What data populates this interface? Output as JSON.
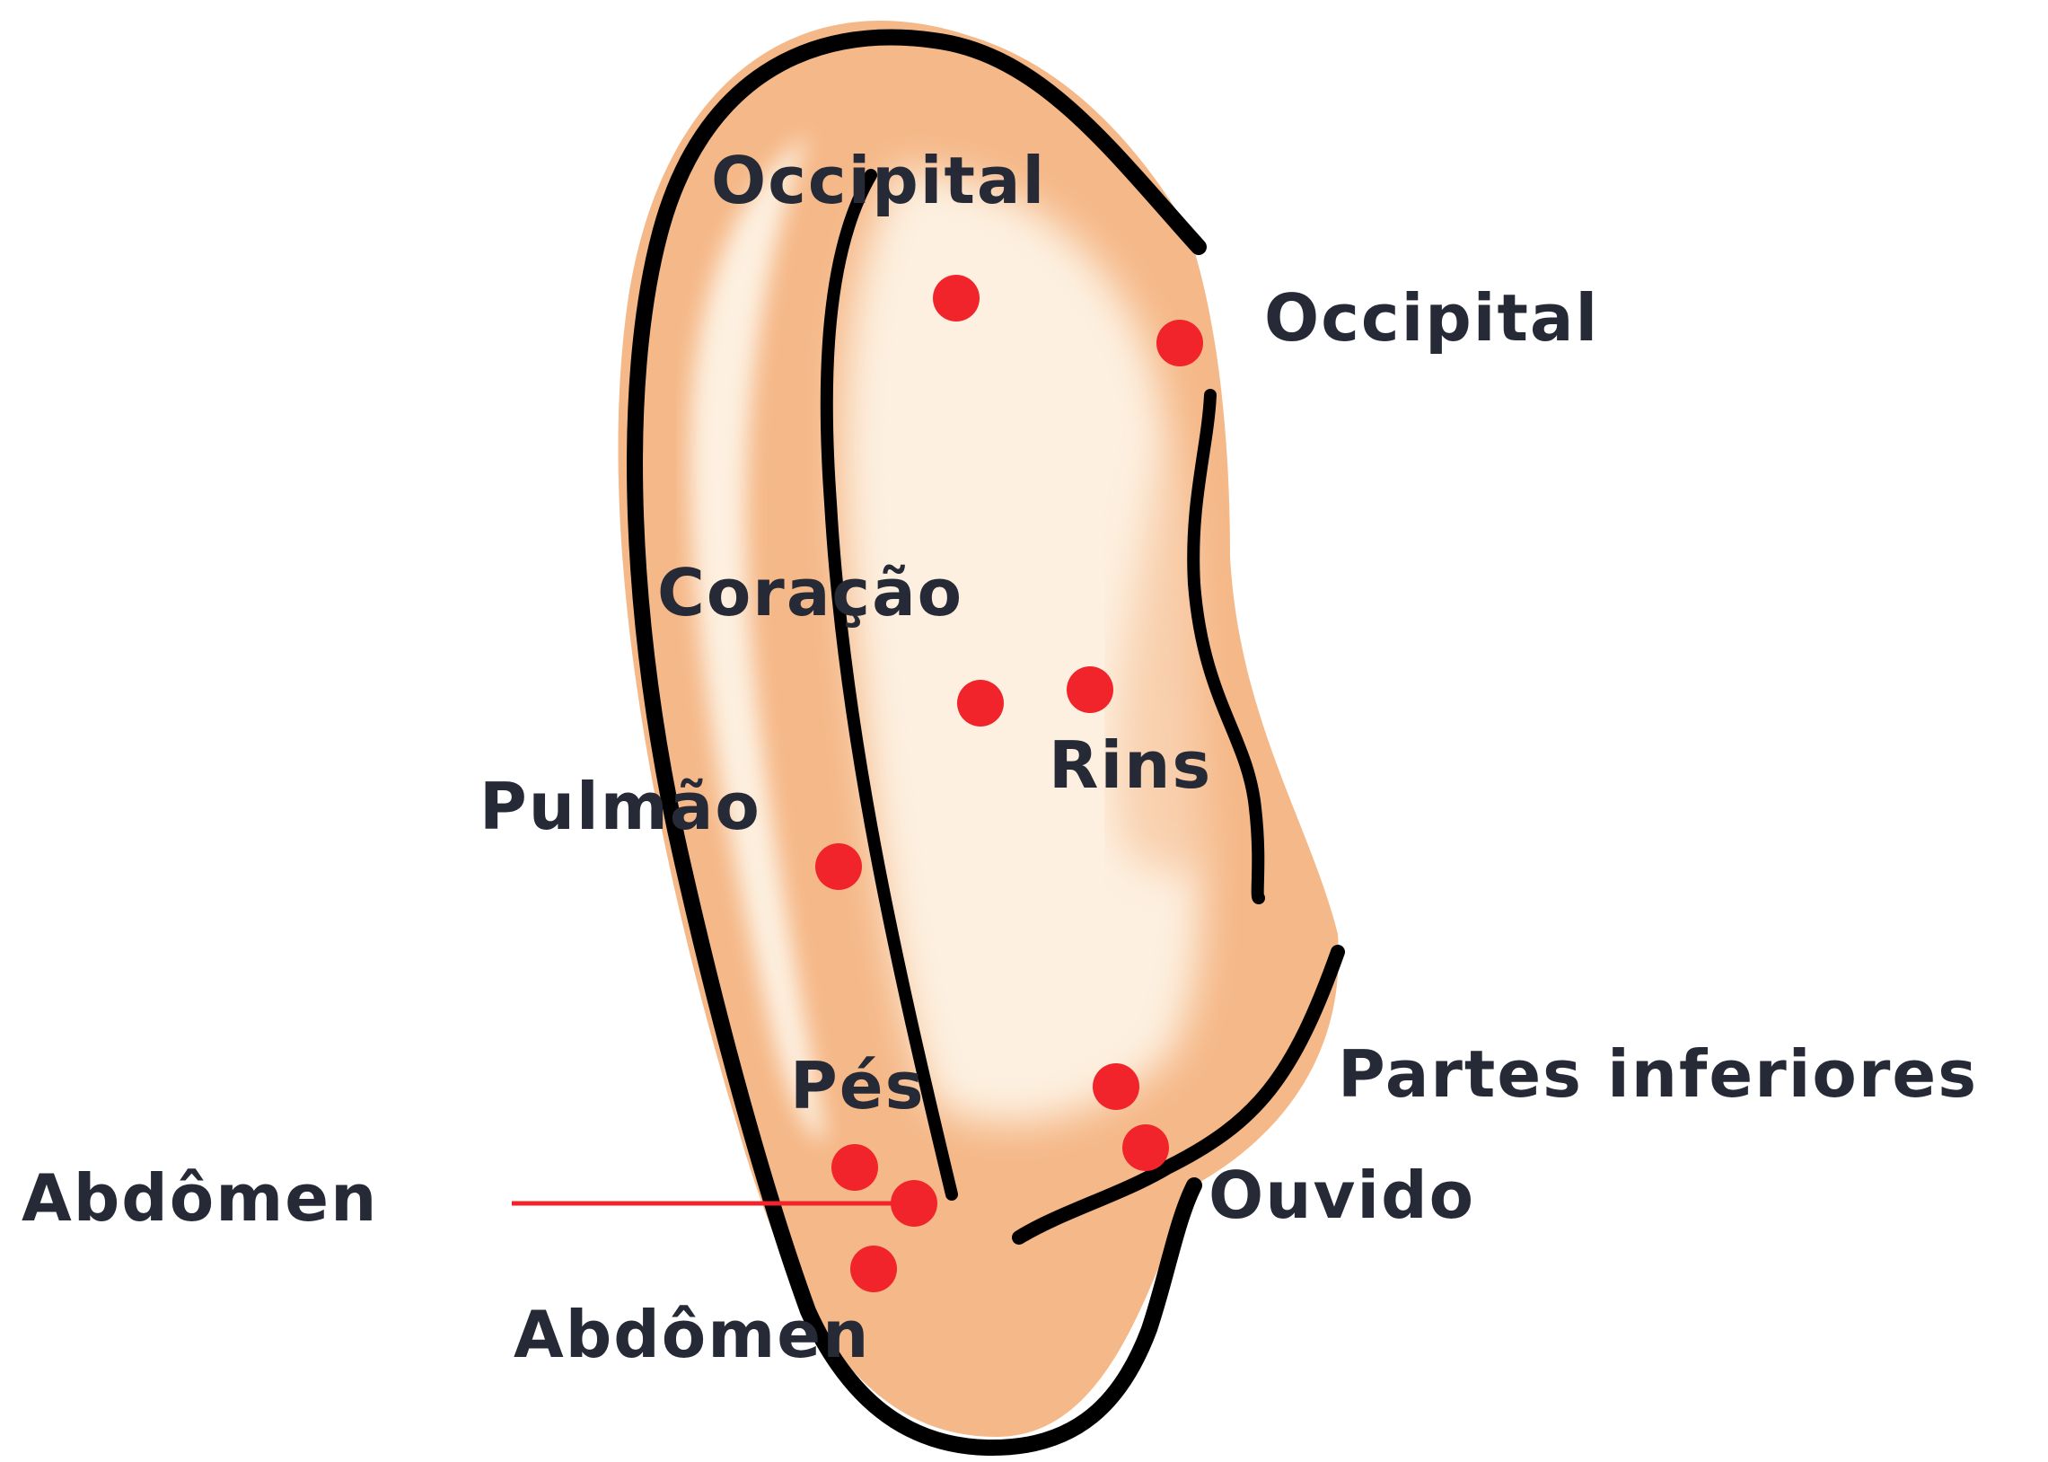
{
  "colors": {
    "outline": "#000000",
    "skin": "#f5b888",
    "highlight": "#fdf0e0",
    "point": "#f2242b",
    "label": "#262a37"
  },
  "labels": {
    "occipital_top": "Occipital",
    "occipital_right": "Occipital",
    "coracao": "Coração",
    "rins": "Rins",
    "pulmao": "Pulmão",
    "pes": "Pés",
    "partes_inferiores": "Partes inferiores",
    "abdomen_left": "Abdômen",
    "ouvido": "Ouvido",
    "abdomen_bottom": "Abdômen"
  }
}
